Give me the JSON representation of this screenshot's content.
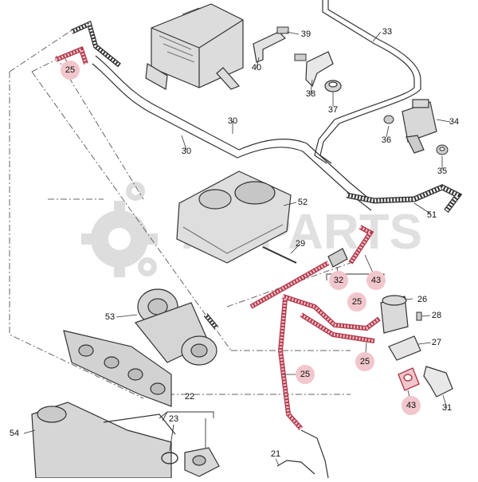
{
  "diagram": {
    "colors": {
      "highlight_fill": "#f1c6cc",
      "highlight_line": "#b3394b",
      "line": "#333333",
      "part_fill": "#dcdcdc",
      "watermark": "#c8c8c8"
    },
    "watermark_text": "AMPARTS",
    "callouts": {
      "c25a": "25",
      "c39": "39",
      "c33": "33",
      "c40": "40",
      "c38": "38",
      "c37": "37",
      "c30a": "30",
      "c30b": "30",
      "c34": "34",
      "c36": "36",
      "c35": "35",
      "c52": "52",
      "c51": "51",
      "c29": "29",
      "c32": "32",
      "c43a": "43",
      "c25b": "25",
      "c26": "26",
      "c28": "28",
      "c27": "27",
      "c53": "53",
      "c25c": "25",
      "c25d": "25",
      "c43b": "43",
      "c31": "31",
      "c22": "22",
      "c23": "23",
      "c54": "54",
      "c21": "21"
    }
  }
}
